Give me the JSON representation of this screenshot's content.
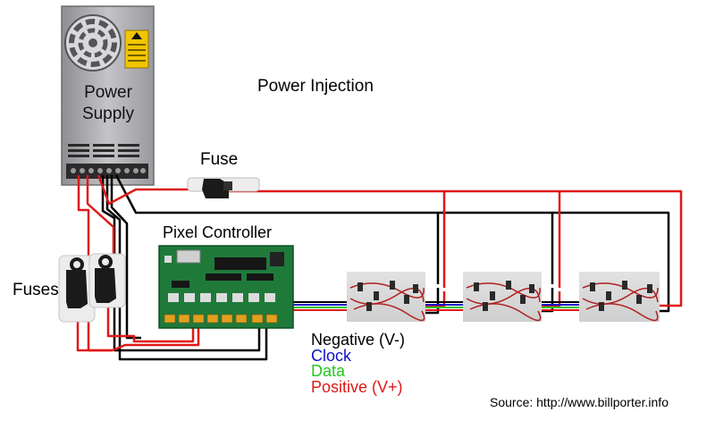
{
  "title": "Power Injection",
  "power_supply": {
    "line1": "Power",
    "line2": "Supply"
  },
  "labels": {
    "fuse": "Fuse",
    "fuses": "Fuses",
    "pixel_controller": "Pixel Controller"
  },
  "legend": {
    "negative": "Negative (V-)",
    "clock": "Clock",
    "data": "Data",
    "positive": "Positive (V+)"
  },
  "source": "Source: http://www.billporter.info",
  "colors": {
    "negative": "#000000",
    "clock": "#1010c8",
    "data": "#22c81e",
    "positive": "#e01818",
    "pcb": "#1f7a3a"
  }
}
